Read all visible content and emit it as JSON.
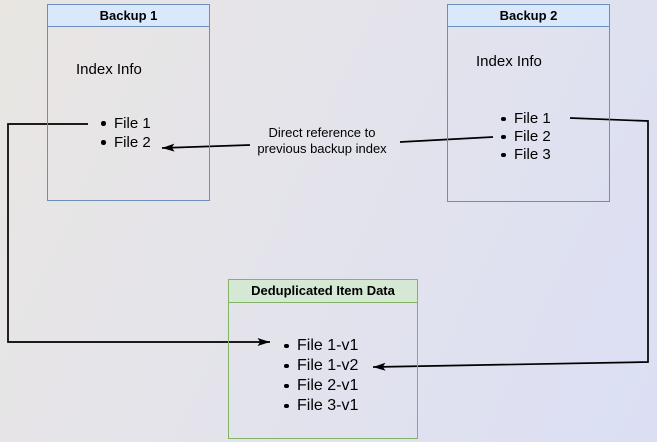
{
  "canvas": {
    "background_from": "#e9e6e2",
    "background_to": "#dbdff4"
  },
  "boxes": {
    "backup1": {
      "title": "Backup 1",
      "subtitle": "Index Info",
      "items": [
        "File 1",
        "File 2"
      ],
      "header_fill": "#dae8fc",
      "border_color": "#6c8ebf"
    },
    "backup2": {
      "title": "Backup 2",
      "subtitle": "Index Info",
      "items": [
        "File 1",
        "File 2",
        "File 3"
      ],
      "header_fill": "#dae8fc",
      "border_color": "#6c8ebf"
    },
    "dedup": {
      "title": "Deduplicated Item Data",
      "items": [
        "File 1-v1",
        "File 1-v2",
        "File 2-v1",
        "File 3-v1"
      ],
      "header_fill": "#d5e8d4",
      "border_color": "#82b366"
    }
  },
  "annotations": {
    "reference_label": {
      "line1": "Direct reference to",
      "line2": "previous backup index"
    }
  },
  "arrows": {
    "color": "#000000"
  }
}
